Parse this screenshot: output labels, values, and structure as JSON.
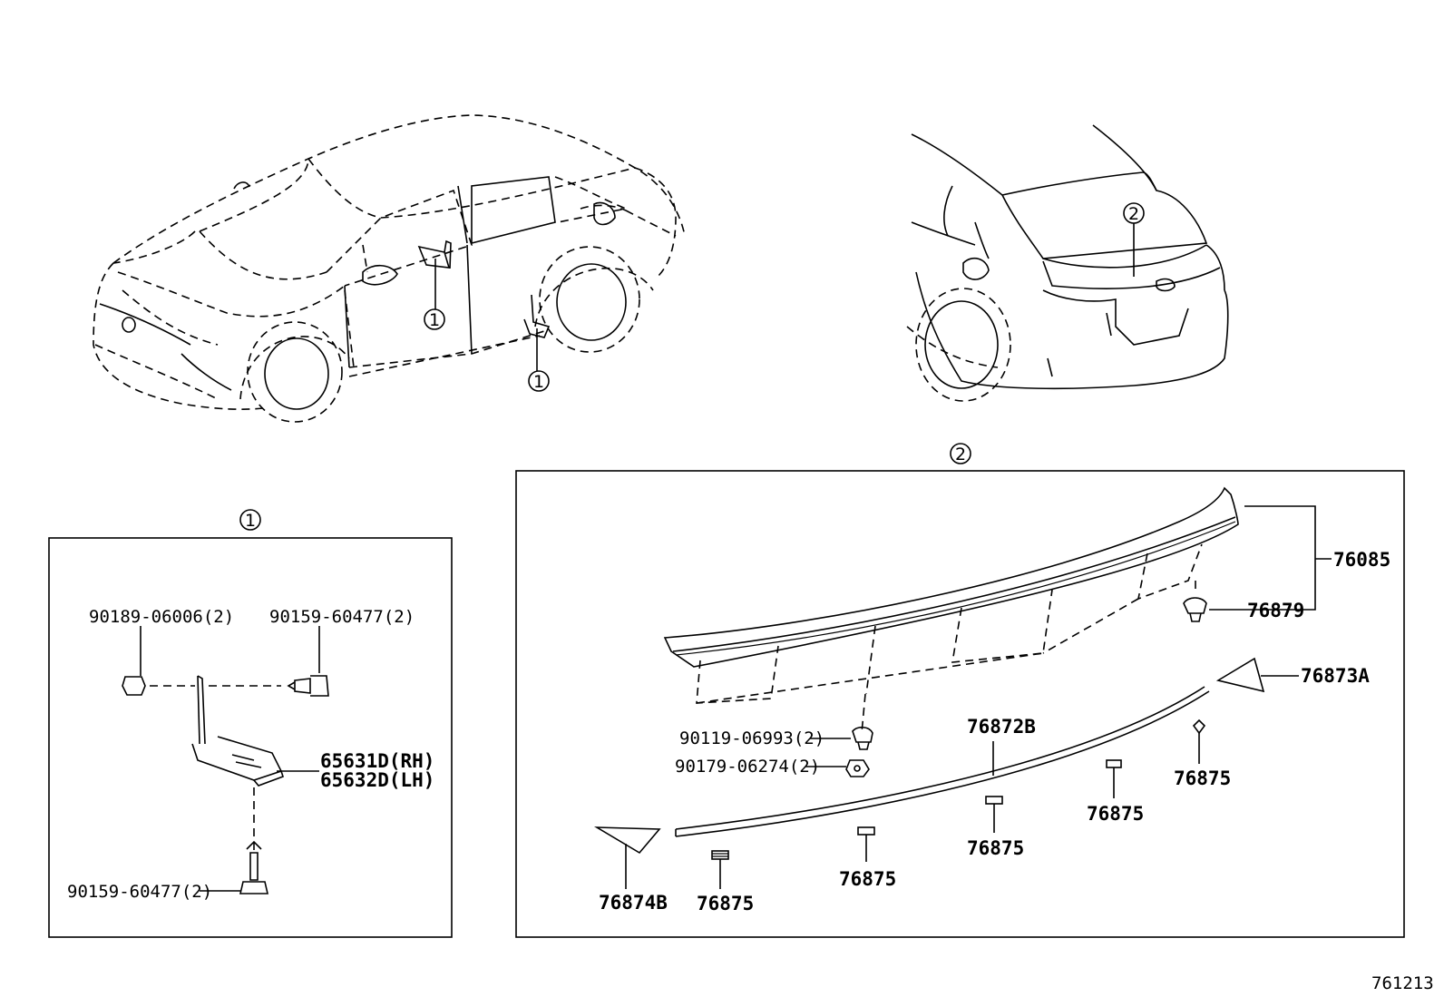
{
  "diagram_id": "761213",
  "callouts": {
    "one": "1",
    "two": "2"
  },
  "box1": {
    "title_ref": "1",
    "labels": {
      "nut_top": "90189-06006(2)",
      "screw_top": "90159-60477(2)",
      "part_rh": "65631D(RH)",
      "part_lh": "65632D(LH)",
      "screw_bottom": "90159-60477(2)"
    }
  },
  "box2": {
    "title_ref": "2",
    "labels": {
      "spoiler": "76085",
      "clip_76879": "76879",
      "piece_76873A": "76873A",
      "strip_76872B": "76872B",
      "clip_90119": "90119-06993(2)",
      "nut_90179": "90179-06274(2)",
      "piece_76874B": "76874B",
      "tape_1": "76875",
      "tape_2": "76875",
      "tape_3": "76875",
      "tape_4": "76875",
      "tape_5": "76875"
    }
  }
}
